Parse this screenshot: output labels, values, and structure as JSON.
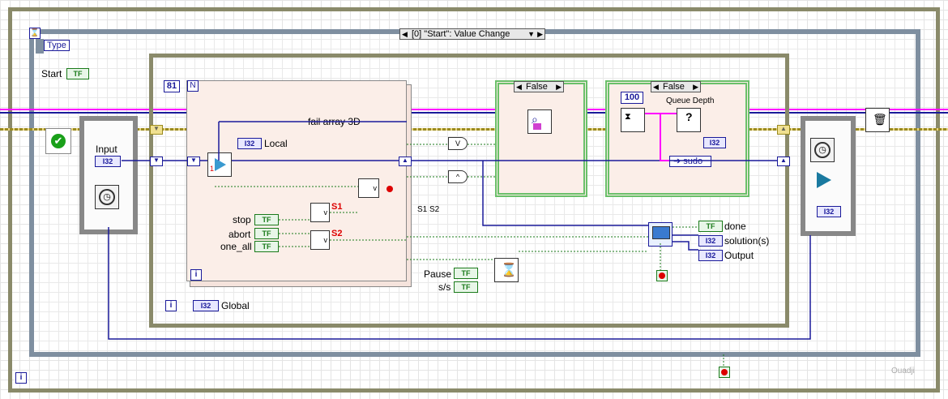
{
  "event_structure": {
    "selector_label": "[0] \"Start\": Value Change",
    "type_label": "Type",
    "terminal_label": "Start",
    "terminal_type": "TF"
  },
  "inner_loop": {
    "count_constant": "81",
    "count_label": "N",
    "local_label": "Local",
    "fail_label": "fail array 3D",
    "global_label": "Global",
    "iteration_label": "i"
  },
  "controls": {
    "input_label": "Input",
    "stop_label": "stop",
    "abort_label": "abort",
    "one_all_label": "one_all",
    "s1_label": "S1",
    "s2_label": "S2",
    "s1s2_label": "S1 S2",
    "pause_label": "Pause",
    "ss_label": "s/s"
  },
  "cases": {
    "case1_selector": "False",
    "case2_selector": "False",
    "queue_size_constant": "100",
    "queue_depth_label": "Queue Depth",
    "sudo_label": "sudo"
  },
  "outputs": {
    "done_label": "done",
    "solution_label": "solution(s)",
    "output_label": "Output"
  },
  "types": {
    "tf": "TF",
    "i32": "I32"
  },
  "watermark": "Ouadji",
  "colors": {
    "pink_wire": "#ff00ff",
    "blue_wire": "#1a1a9a",
    "green_wire": "#1a7a1a",
    "frame": "#8a8a6a",
    "case_bg": "#fbeee8"
  }
}
